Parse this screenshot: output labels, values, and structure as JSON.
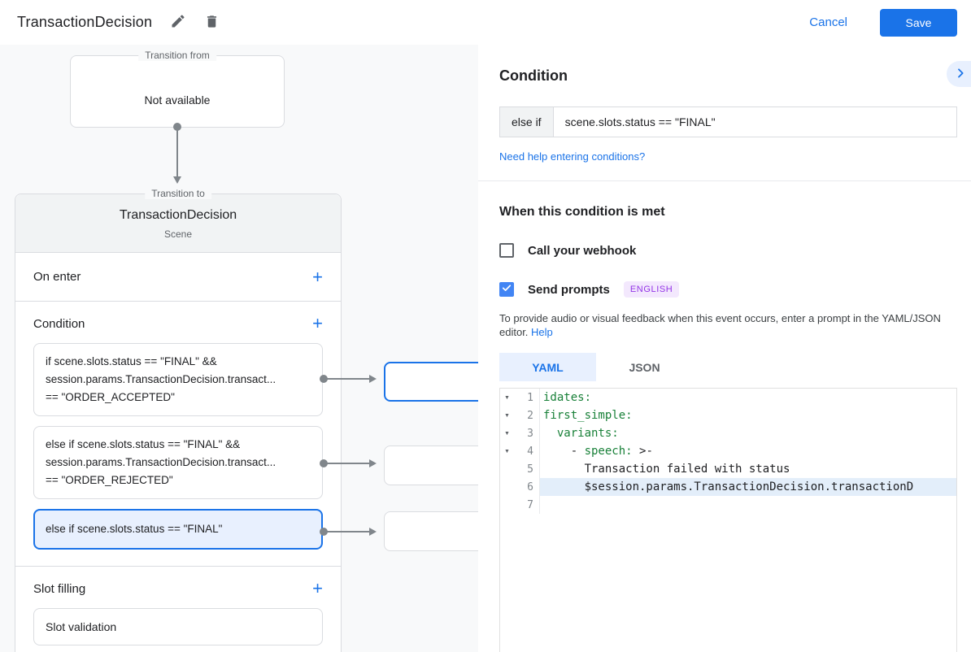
{
  "header": {
    "title": "TransactionDecision",
    "cancel_label": "Cancel",
    "save_label": "Save"
  },
  "icons": {
    "plus": "+",
    "fold_arrow": "▼"
  },
  "flow": {
    "transition_from": {
      "legend": "Transition from",
      "value": "Not available"
    },
    "transition_to": {
      "legend": "Transition to",
      "title": "TransactionDecision",
      "subtitle": "Scene",
      "on_enter_label": "On enter",
      "condition_label": "Condition",
      "conditions": [
        {
          "lines": [
            "if scene.slots.status == \"FINAL\" &&",
            "session.params.TransactionDecision.transact...",
            "== \"ORDER_ACCEPTED\""
          ]
        },
        {
          "lines": [
            "else if scene.slots.status == \"FINAL\" &&",
            "session.params.TransactionDecision.transact...",
            "== \"ORDER_REJECTED\""
          ]
        },
        {
          "lines": [
            "else if scene.slots.status == \"FINAL\""
          ]
        }
      ],
      "slot_filling_label": "Slot filling",
      "slot_validation_label": "Slot validation"
    }
  },
  "panel": {
    "title": "Condition",
    "condition_prefix": "else if",
    "condition_value": "scene.slots.status == \"FINAL\"",
    "help_link": "Need help entering conditions?",
    "section_title": "When this condition is met",
    "webhook_label": "Call your webhook",
    "prompts_label": "Send prompts",
    "language_badge": "ENGLISH",
    "description": "To provide audio or visual feedback when this event occurs, enter a prompt in the YAML/JSON editor.",
    "help_label": "Help",
    "tabs": [
      {
        "label": "YAML"
      },
      {
        "label": "JSON"
      }
    ],
    "editor": {
      "gutter": [
        "1",
        "2",
        "3",
        "4",
        "5",
        "6",
        "7"
      ],
      "lines": {
        "l1": {
          "key": "idates:"
        },
        "l2": {
          "key": "first_simple:"
        },
        "l3": {
          "pre": "  ",
          "key": "variants:"
        },
        "l4": {
          "pre": "    - ",
          "key": "speech:",
          "post": " >-"
        },
        "l5": {
          "text": "      Transaction failed with status"
        },
        "l6": {
          "text": "      $session.params.TransactionDecision.transactionD"
        }
      }
    }
  },
  "colors": {
    "accent_blue": "#1a73e8",
    "checkbox_blue": "#4285f4",
    "selected_bg": "#e8f0fe",
    "canvas_bg": "#f8f9fa",
    "border_gray": "#dadce0",
    "code_green": "#188038",
    "line_highlight": "#e3eefa",
    "badge_bg": "#f3e8fd",
    "badge_text": "#9334e6"
  }
}
